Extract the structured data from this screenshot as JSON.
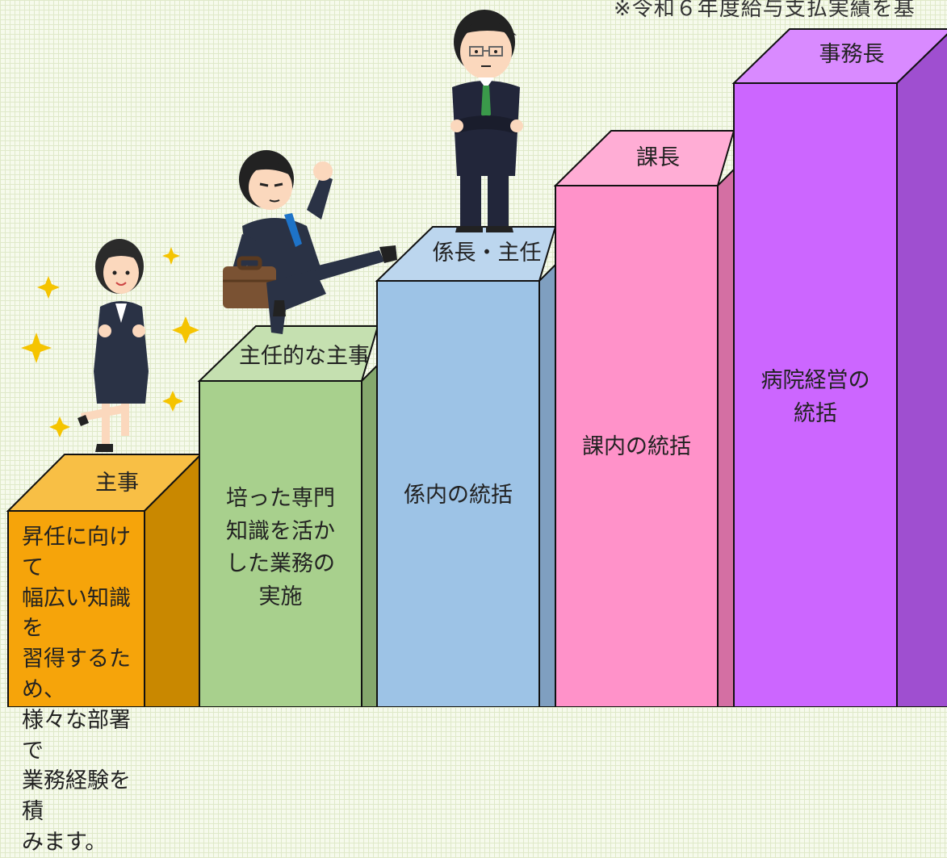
{
  "header_note": "※令和６年度給与支払実績を基",
  "steps": [
    {
      "title": "主事",
      "description": "昇任に向けて\n幅広い知識を\n習得するため、\n様々な部署で\n業務経験を積\nみます。",
      "color": "#f6a40a"
    },
    {
      "title": "主任的な主事",
      "description": "培った専門\n知識を活か\nした業務の\n実施",
      "color": "#a8d08d"
    },
    {
      "title": "係長・主任",
      "description": "係内の統括",
      "color": "#9dc3e6"
    },
    {
      "title": "課長",
      "description": "課内の統括",
      "color": "#ff92c9"
    },
    {
      "title": "事務長",
      "description": "病院経営の\n統括",
      "color": "#cc66ff"
    }
  ],
  "illustrations": [
    {
      "icon": "businesswoman-cheering-icon"
    },
    {
      "icon": "businessman-running-icon"
    },
    {
      "icon": "manager-arms-crossed-icon"
    }
  ]
}
